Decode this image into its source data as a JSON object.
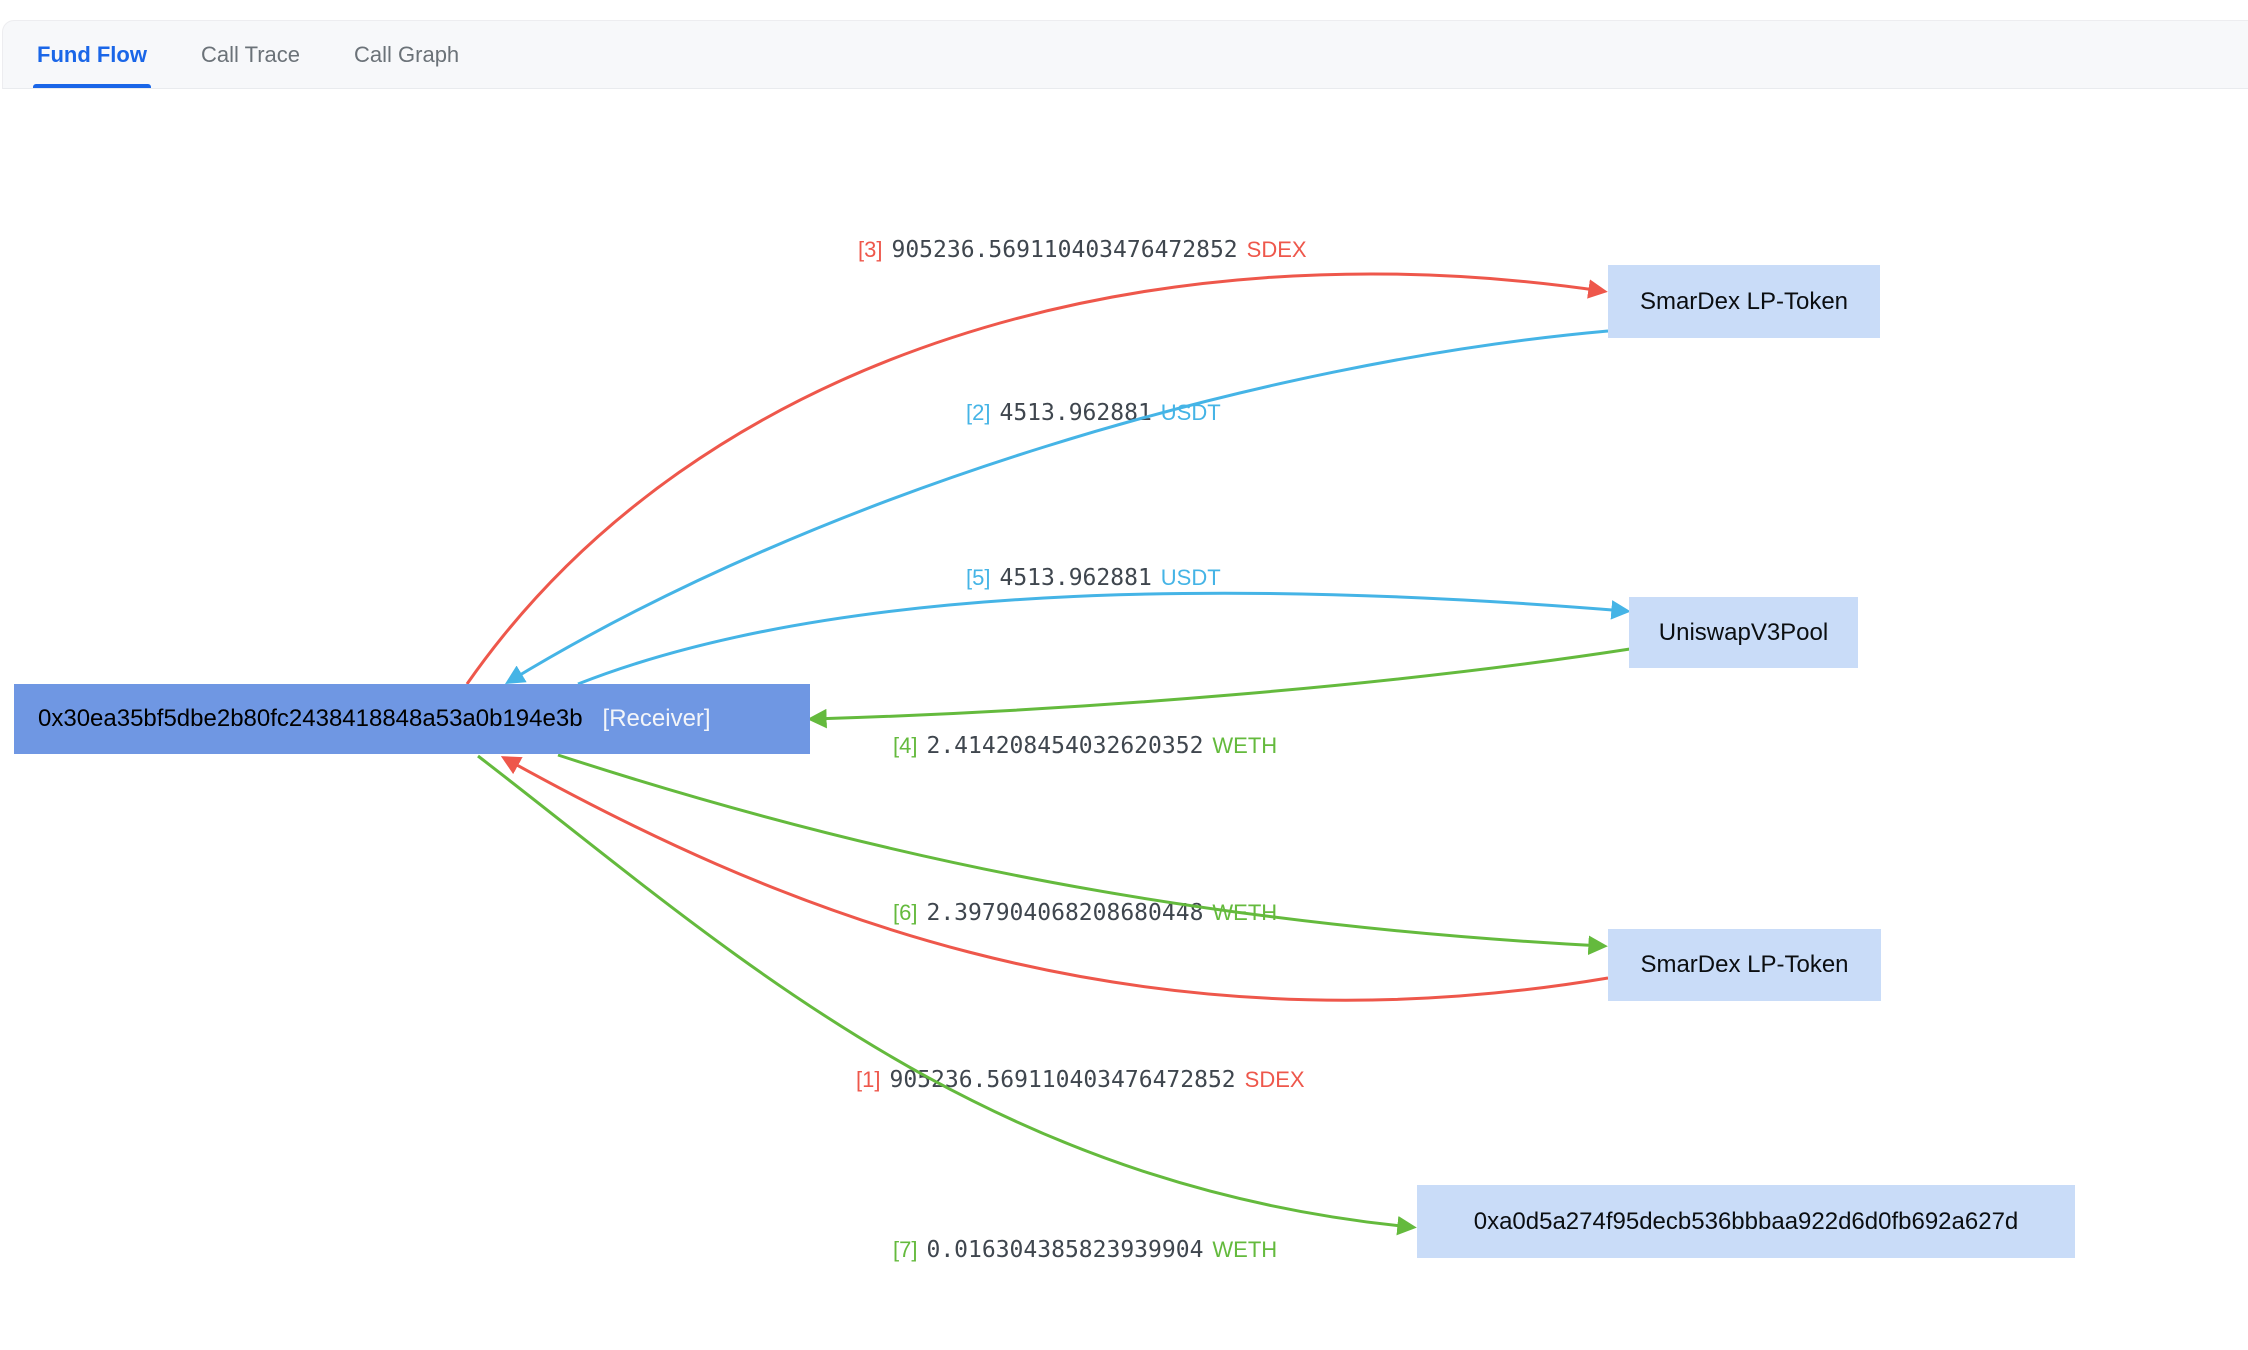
{
  "tab_bar": {
    "tabs": [
      {
        "label": "Fund Flow",
        "active": true
      },
      {
        "label": "Call Trace",
        "active": false
      },
      {
        "label": "Call Graph",
        "active": false
      }
    ]
  },
  "graph": {
    "nodes": [
      {
        "id": "receiver",
        "address": "0x30ea35bf5dbe2b80fc2438418848a53a0b194e3b",
        "tag": "[Receiver]"
      },
      {
        "id": "smardex-lp-token-top",
        "label": "SmarDex LP-Token"
      },
      {
        "id": "uniswap-v3-pool",
        "label": "UniswapV3Pool"
      },
      {
        "id": "smardex-lp-token-bottom",
        "label": "SmarDex LP-Token"
      },
      {
        "id": "address-0xa0d5",
        "label": "0xa0d5a274f95decb536bbbaa922d6d0fb692a627d"
      }
    ],
    "edges": [
      {
        "index": "[1]",
        "amount": "905236.569110403476472852",
        "token": "SDEX",
        "color": "#ee574b",
        "from": "smardex-lp-token-bottom",
        "to": "receiver"
      },
      {
        "index": "[2]",
        "amount": "4513.962881",
        "token": "USDT",
        "color": "#45b4e6",
        "from": "smardex-lp-token-top",
        "to": "receiver"
      },
      {
        "index": "[3]",
        "amount": "905236.569110403476472852",
        "token": "SDEX",
        "color": "#ee574b",
        "from": "receiver",
        "to": "smardex-lp-token-top"
      },
      {
        "index": "[4]",
        "amount": "2.414208454032620352",
        "token": "WETH",
        "color": "#64ba3d",
        "from": "uniswap-v3-pool",
        "to": "receiver"
      },
      {
        "index": "[5]",
        "amount": "4513.962881",
        "token": "USDT",
        "color": "#45b4e6",
        "from": "receiver",
        "to": "uniswap-v3-pool"
      },
      {
        "index": "[6]",
        "amount": "2.397904068208680448",
        "token": "WETH",
        "color": "#64ba3d",
        "from": "receiver",
        "to": "smardex-lp-token-bottom"
      },
      {
        "index": "[7]",
        "amount": "0.016304385823939904",
        "token": "WETH",
        "color": "#64ba3d",
        "from": "receiver",
        "to": "address-0xa0d5"
      }
    ]
  },
  "colors": {
    "accent_blue": "#1a66e8",
    "tab_inactive_gray": "#6b7278",
    "edge_red": "#ee574b",
    "edge_cyan": "#45b4e6",
    "edge_green": "#64ba3d",
    "node_fill": "#c9dcf8",
    "receiver_fill": "#6f97e3",
    "amount_text": "#3f464e"
  }
}
